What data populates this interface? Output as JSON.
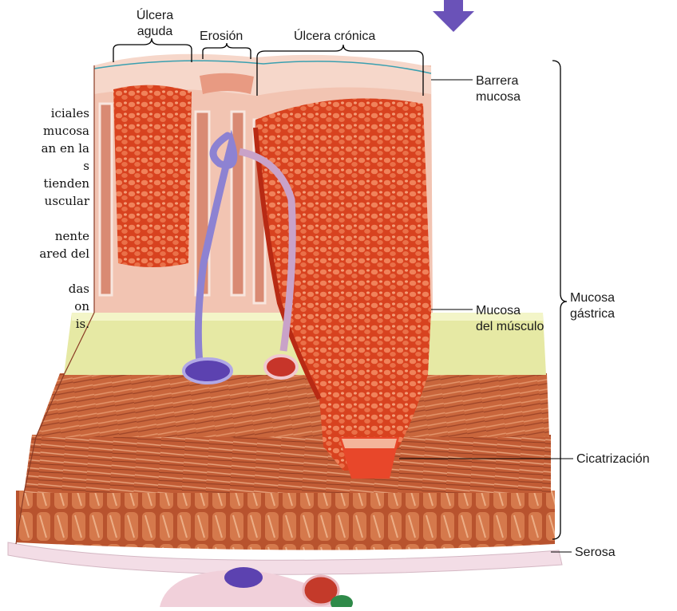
{
  "labels": {
    "ulcera_aguda": [
      "Úlcera",
      "aguda"
    ],
    "erosion": "Erosión",
    "ulcera_cronica": "Úlcera crónica",
    "barrera_mucosa": [
      "Barrera",
      "mucosa"
    ],
    "mucosa_musculo": [
      "Mucosa",
      "del músculo"
    ],
    "mucosa_gastrica": [
      "Mucosa",
      "gástrica"
    ],
    "cicatrizacion": "Cicatrización",
    "serosa": "Serosa"
  },
  "side_text": [
    "iciales",
    "mucosa",
    "an en la",
    "s",
    "tienden",
    "uscular",
    "",
    "nente",
    "ared del",
    "",
    "das",
    "on",
    "is."
  ],
  "colors": {
    "mucosa_bg": "#f2c4b2",
    "ulcer_red": "#d63a1a",
    "muscle": "#c8643a",
    "submucosa": "#e7eaa6",
    "vein": "#8d82d2",
    "arrow": "#6a52b8"
  }
}
